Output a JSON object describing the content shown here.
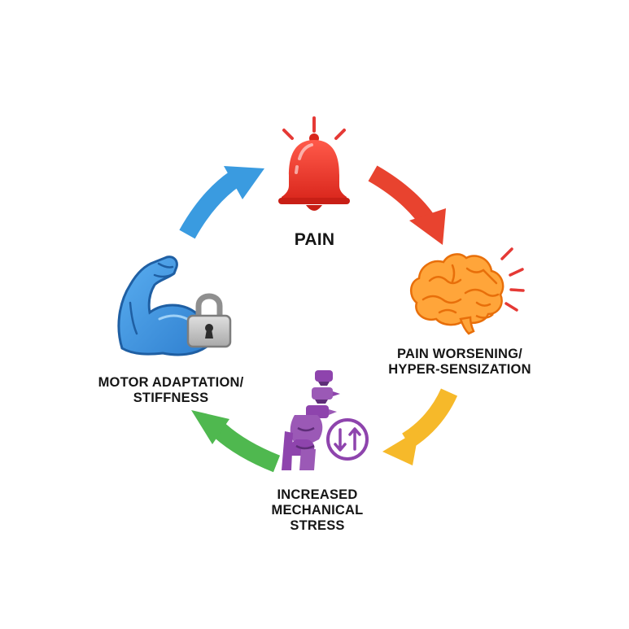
{
  "nodes": {
    "pain": {
      "lines": [
        "PAIN"
      ],
      "icon": "bell-icon",
      "color": "#e53935"
    },
    "worsening": {
      "lines": [
        "PAIN WORSENING/",
        "HYPER-SENSIZATION"
      ],
      "icon": "brain-icon",
      "color": "#f57c00"
    },
    "stress": {
      "lines": [
        "INCREASED",
        "MECHANICAL",
        "STRESS"
      ],
      "icon": "spine-joint-icon",
      "color": "#8e44ad"
    },
    "motor": {
      "lines": [
        "MOTOR ADAPTATION/",
        "STIFFNESS"
      ],
      "icon": "flexed-arm-lock-icon",
      "color": "#3b8fd6"
    }
  },
  "arrows": [
    {
      "from": "pain",
      "to": "worsening",
      "color": "#e8432f"
    },
    {
      "from": "worsening",
      "to": "stress",
      "color": "#f6b92a"
    },
    {
      "from": "stress",
      "to": "motor",
      "color": "#4fb84f"
    },
    {
      "from": "motor",
      "to": "pain",
      "color": "#3a9be0"
    }
  ]
}
